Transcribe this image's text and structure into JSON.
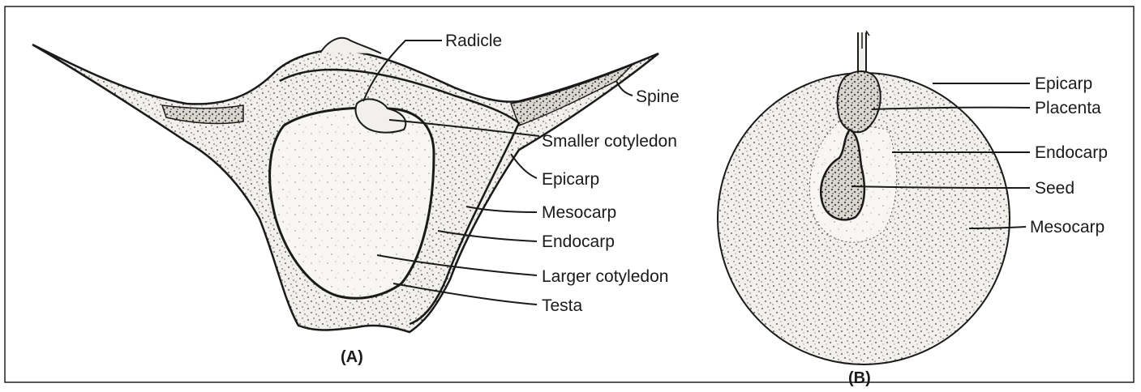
{
  "figure_a": {
    "caption": "(A)",
    "labels": {
      "radicle": "Radicle",
      "spine": "Spine",
      "smaller_cotyledon": "Smaller cotyledon",
      "epicarp": "Epicarp",
      "mesocarp": "Mesocarp",
      "endocarp": "Endocarp",
      "larger_cotyledon": "Larger cotyledon",
      "testa": "Testa"
    }
  },
  "figure_b": {
    "caption": "(B)",
    "labels": {
      "epicarp": "Epicarp",
      "placenta": "Placenta",
      "endocarp": "Endocarp",
      "seed": "Seed",
      "mesocarp": "Mesocarp"
    }
  }
}
